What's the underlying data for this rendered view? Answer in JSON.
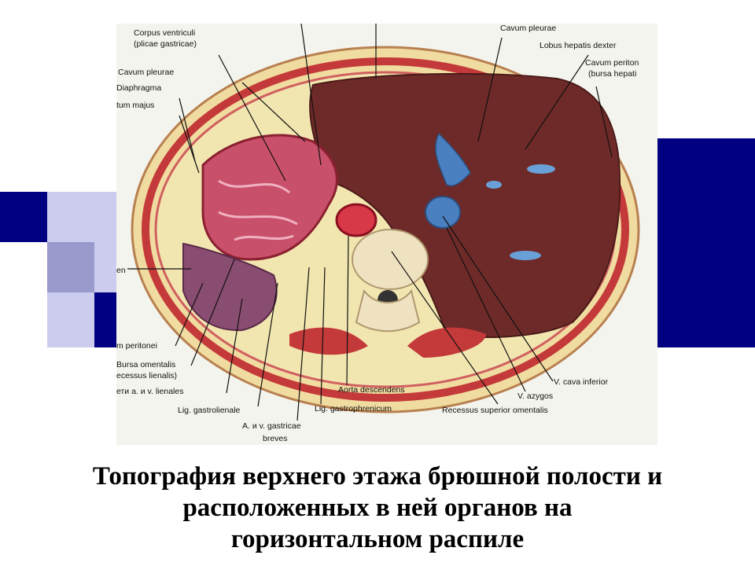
{
  "colors": {
    "deco_navy": "#000080",
    "deco_lavender": "#9999cc",
    "deco_pale": "#ccccee",
    "liver": "#6e2a28",
    "spleen": "#8a4d72",
    "stomach": "#c9506a",
    "vessel": "#4a7fc0",
    "fat": "#f2e6b0",
    "muscle": "#c43a3a"
  },
  "labels": {
    "corpus_ventriculi": "Corpus ventriculi",
    "plicae_gastricae": "(plicae gastricae)",
    "cavum_pleurae_left": "Cavum pleurae",
    "diaphragma": "Diaphragma",
    "omentum_majus": "tum majus",
    "cavum_pleurae_right": "Cavum pleurae",
    "lobus_hepatis_dexter": "Lobus hepatis dexter",
    "cavum_peritonei": "Cavum periton",
    "bursa_hepatica": "(bursa hepati",
    "lien": "en",
    "cavum_peritonei_left": "m peritonei",
    "bursa_omentalis": "Bursa omentalis",
    "recessus_lienalis": "ecessus lienalis)",
    "vasa_lienales": "ети а. и v. lienales",
    "lig_gastrolienale": "Lig. gastrolienale",
    "aa_gastricae": "A. и v. gastricae",
    "breves": "breves",
    "lig_gastrophrenicum": "Lig. gastrophrenicum",
    "aorta_descendens": "Aorta descendens",
    "recessus_superior": "Recessus superior omentalis",
    "v_azygos": "V. azygos",
    "v_cava_inferior": "V. cava inferior"
  },
  "caption": {
    "line1": "Топография верхнего этажа брюшной полости и",
    "line2": "расположенных в ней органов на",
    "line3": "горизонтальном распиле"
  }
}
